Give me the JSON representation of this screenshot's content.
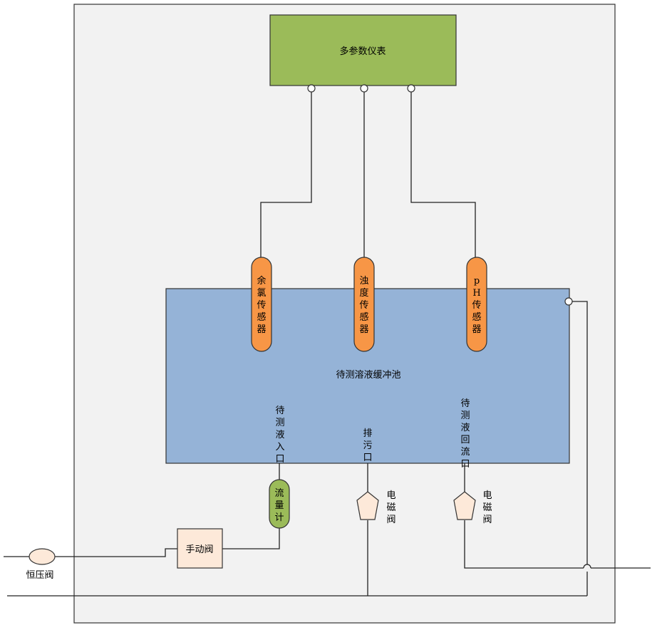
{
  "meter": {
    "label": "多参数仪表"
  },
  "tank": {
    "label": "待测溶液缓冲池"
  },
  "sensors": [
    {
      "id": "chlorine",
      "label": "余氯传感器",
      "chars": [
        "余",
        "氯",
        "传",
        "感",
        "器"
      ]
    },
    {
      "id": "turbidity",
      "label": "浊度传感器",
      "chars": [
        "浊",
        "度",
        "传",
        "感",
        "器"
      ]
    },
    {
      "id": "ph",
      "label": "pH传感器",
      "chars": [
        "p",
        "H",
        "传",
        "感",
        "器"
      ]
    }
  ],
  "ports": {
    "inlet": {
      "label": "待测液入口",
      "chars": [
        "待",
        "测",
        "液",
        "入",
        "口"
      ]
    },
    "drain": {
      "label": "排污口",
      "chars": [
        "排",
        "污",
        "口"
      ]
    },
    "return": {
      "label": "待测液回流口",
      "chars": [
        "待",
        "测",
        "液",
        "回",
        "流",
        "口"
      ]
    }
  },
  "flowmeter": {
    "label": "流量计",
    "chars": [
      "流",
      "量",
      "计"
    ]
  },
  "valves": {
    "solenoid_1": {
      "label": "电磁阀",
      "chars": [
        "电",
        "磁",
        "阀"
      ]
    },
    "solenoid_2": {
      "label": "电磁阀",
      "chars": [
        "电",
        "磁",
        "阀"
      ]
    },
    "manual": {
      "label": "手动阀"
    },
    "pressure": {
      "label": "恒压阀"
    }
  },
  "colors": {
    "cabinet": "#f2f2f2",
    "meter": "#9bbb59",
    "tank": "#95b3d7",
    "sensor": "#f79646",
    "flowmeter": "#9bbb59",
    "manual_valve": "#fde9d9",
    "solenoid": "#fde9d9",
    "pressure_valve": "#fde9d9"
  }
}
